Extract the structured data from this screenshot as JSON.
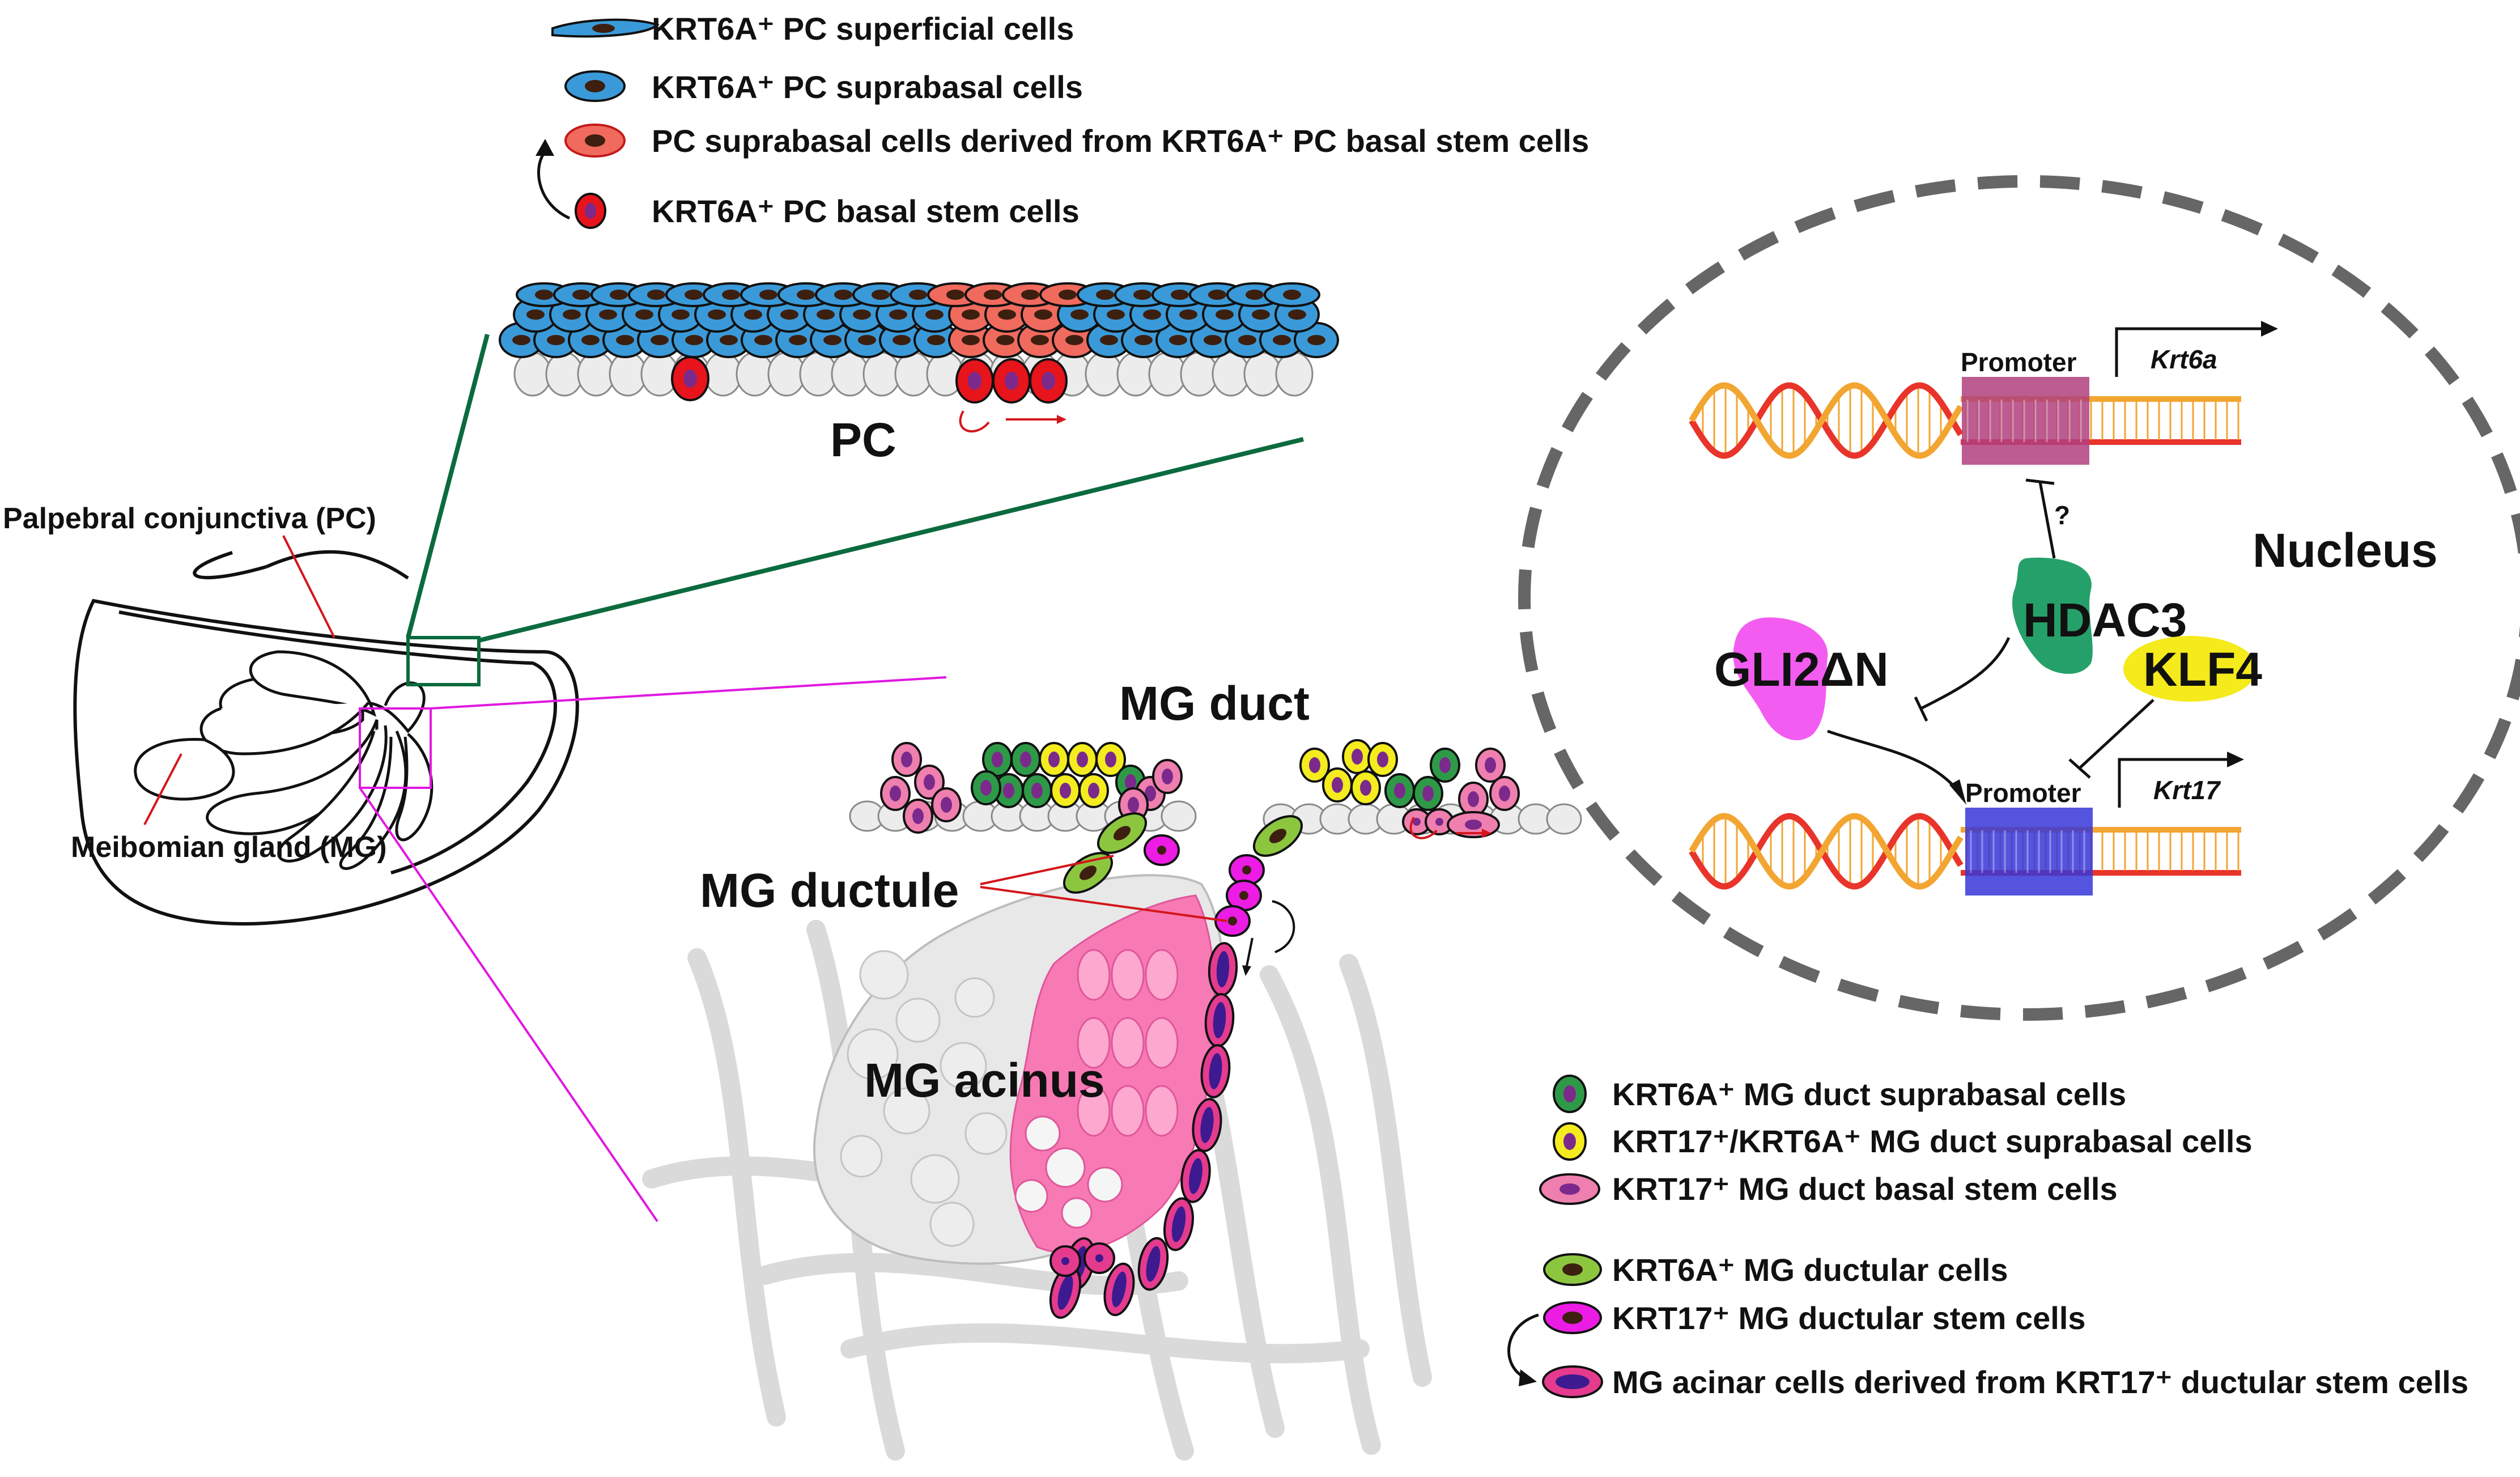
{
  "legend_top": [
    {
      "label": "KRT6A⁺ PC superficial cells",
      "icon": "blue-flat-cell-icon"
    },
    {
      "label": "KRT6A⁺ PC suprabasal cells",
      "icon": "blue-oval-cell-icon"
    },
    {
      "label": "PC suprabasal cells derived from KRT6A⁺ PC basal stem cells",
      "icon": "salmon-cell-icon"
    },
    {
      "label": "KRT6A⁺ PC basal stem cells",
      "icon": "red-stem-cell-icon"
    }
  ],
  "labels": {
    "pc": "PC",
    "palpebral": "Palpebral conjunctiva (PC)",
    "meibomian": "Meibomian gland (MG)",
    "mg_duct": "MG duct",
    "mg_ductule": "MG ductule",
    "mg_acinus": "MG acinus"
  },
  "nucleus": {
    "title": "Nucleus",
    "promoter_top": "Promoter",
    "gene_top": "Krt6a",
    "promoter_bottom": "Promoter",
    "gene_bottom": "Krt17",
    "hdac3": "HDAC3",
    "gli2": "GLI2ΔN",
    "klf4": "KLF4",
    "question": "?"
  },
  "legend_bottom": [
    {
      "label": "KRT6A⁺ MG duct suprabasal cells",
      "icon": "green-cell-icon"
    },
    {
      "label": "KRT17⁺/KRT6A⁺ MG duct suprabasal cells",
      "icon": "yellow-cell-icon"
    },
    {
      "label": "KRT17⁺ MG duct basal stem cells",
      "icon": "pink-cell-icon"
    },
    {
      "label": "KRT6A⁺ MG ductular cells",
      "icon": "green-ductular-cell-icon"
    },
    {
      "label": "KRT17⁺ MG ductular stem cells",
      "icon": "magenta-stem-cell-icon"
    },
    {
      "label": "MG acinar cells derived from KRT17⁺ ductular stem cells",
      "icon": "acinar-cell-icon"
    }
  ],
  "colors": {
    "blue_cell": "#3a9ad9",
    "red_cell": "#e8141b",
    "salmon_cell": "#f06a5e",
    "green_cell": "#2e9a48",
    "yellow_cell": "#f4ec1e",
    "pink_cell": "#ef7fae",
    "magenta_cell": "#ec1ce5",
    "purple_nucleus": "#3d1a8f",
    "hdac3": "#26a06a",
    "gli2": "#f35cf0",
    "klf4": "#f4ea1c",
    "promoter_top": "#b0407e",
    "promoter_bottom": "#3636d8",
    "dna_red": "#e8342a",
    "dna_orange": "#f2a531",
    "pc_zoom_line": "#0c6b3e",
    "mg_zoom_line": "#e019e0"
  }
}
